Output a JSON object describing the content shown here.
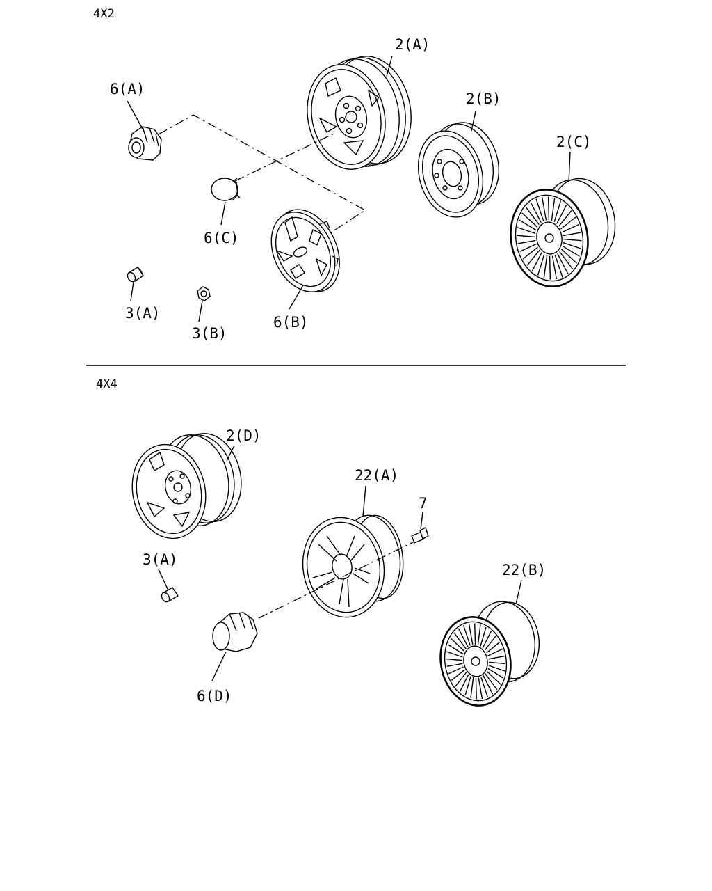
{
  "sections": {
    "top_title": "4X2",
    "bottom_title": "4X4"
  },
  "labels": {
    "wheel_2a": "2(A)",
    "wheel_2b": "2(B)",
    "wheel_2c": "2(C)",
    "wheel_2d": "2(D)",
    "cap_6a": "6(A)",
    "cap_6b": "6(B)",
    "cap_6c": "6(C)",
    "cap_6d": "6(D)",
    "nut_3a_top": "3(A)",
    "nut_3b": "3(B)",
    "nut_3a_bottom": "3(A)",
    "wheel_22a": "22(A)",
    "wheel_22b": "22(B)",
    "bolt_7": "7"
  }
}
